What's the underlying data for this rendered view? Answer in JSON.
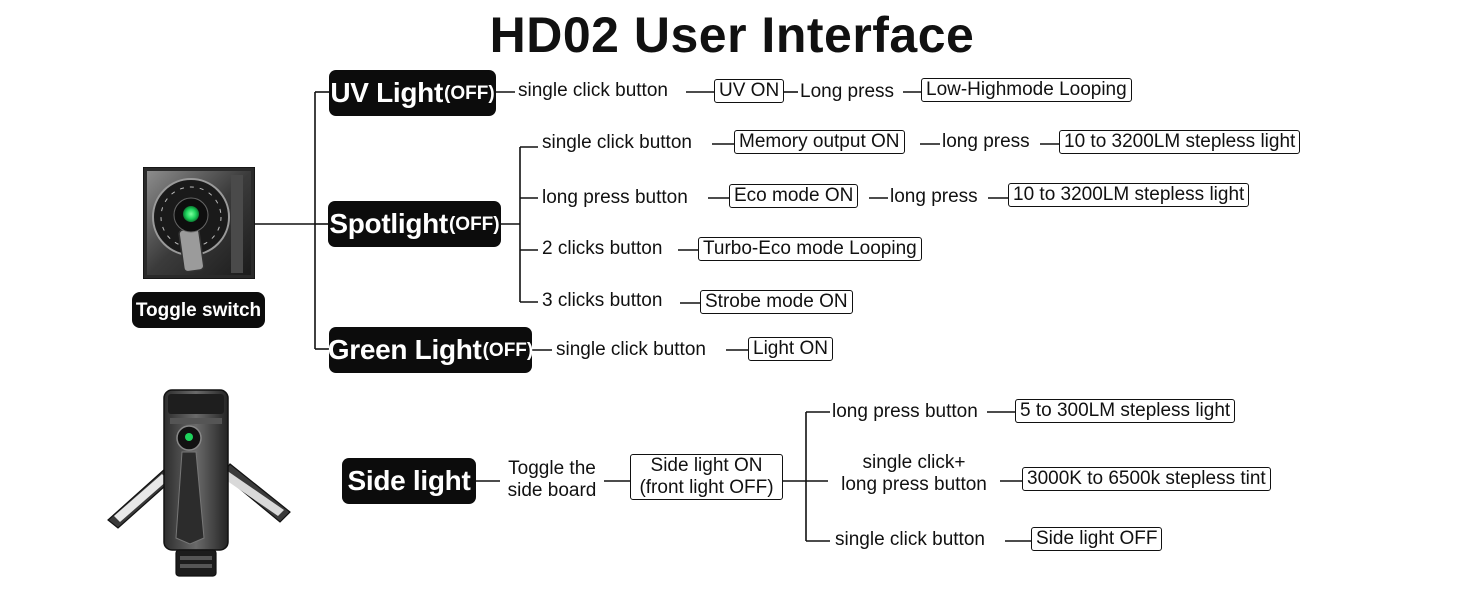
{
  "title": "HD02 User Interface",
  "toggle": {
    "label": "Toggle switch"
  },
  "uv": {
    "label": "UV Light",
    "state": "(OFF)",
    "action": "single click button",
    "result": "UV ON",
    "action2": "Long press",
    "result2": "Low-Highmode Looping"
  },
  "spot": {
    "label": "Spotlight",
    "state": "(OFF)",
    "rows": [
      {
        "action": "single click button",
        "result": "Memory output ON",
        "action2": "long press",
        "result2": "10 to 3200LM stepless light"
      },
      {
        "action": "long press button",
        "result": "Eco mode ON",
        "action2": "long press",
        "result2": "10 to 3200LM stepless light"
      },
      {
        "action": "2 clicks button",
        "result": "Turbo-Eco mode Looping"
      },
      {
        "action": "3 clicks button",
        "result": "Strobe mode ON"
      }
    ]
  },
  "green": {
    "label": "Green Light",
    "state": "(OFF)",
    "action": "single click button",
    "result": "Light ON"
  },
  "side": {
    "label": "Side light",
    "trigger": [
      "Toggle the",
      "side board"
    ],
    "state": [
      "Side light ON",
      "(front light OFF)"
    ],
    "rows": [
      {
        "action": [
          "long press button"
        ],
        "result": "5 to 300LM stepless light"
      },
      {
        "action": [
          "single click+",
          "long press button"
        ],
        "result": "3000K to 6500k stepless tint"
      },
      {
        "action": [
          "single click button"
        ],
        "result": "Side light OFF"
      }
    ]
  },
  "colors": {
    "led_green": "#1ed35c",
    "box_black": "#0c0c0c"
  },
  "icons": [
    "toggle-switch-photo",
    "flashlight-photo"
  ]
}
